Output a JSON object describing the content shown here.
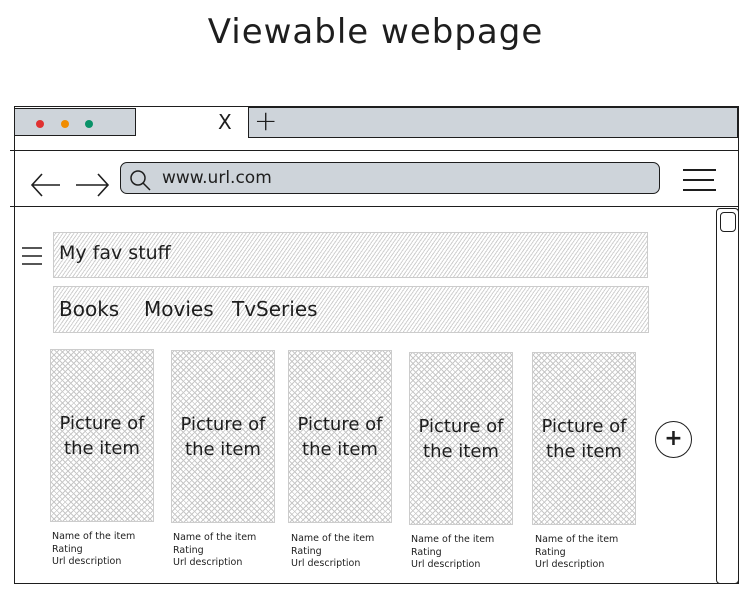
{
  "title": "Viewable webpage",
  "browser": {
    "dot_colors": [
      "#e03131",
      "#f08c00",
      "#099268"
    ],
    "close_tab": "X",
    "new_tab": "+",
    "url": "www.url.com"
  },
  "page": {
    "header": "My fav stuff",
    "nav": [
      "Books",
      "Movies",
      "TvSeries"
    ],
    "cards": [
      {
        "picture": "Picture of the item",
        "name": "Name of the item",
        "rating": "Rating",
        "url": "Url description"
      },
      {
        "picture": "Picture of the item",
        "name": "Name of the item",
        "rating": "Rating",
        "url": "Url description"
      },
      {
        "picture": "Picture of the item",
        "name": "Name of the item",
        "rating": "Rating",
        "url": "Url description"
      },
      {
        "picture": "Picture of the item",
        "name": "Name of the item",
        "rating": "Rating",
        "url": "Url description"
      },
      {
        "picture": "Picture of the item",
        "name": "Name of the item",
        "rating": "Rating",
        "url": "Url description"
      }
    ],
    "add": "+"
  }
}
